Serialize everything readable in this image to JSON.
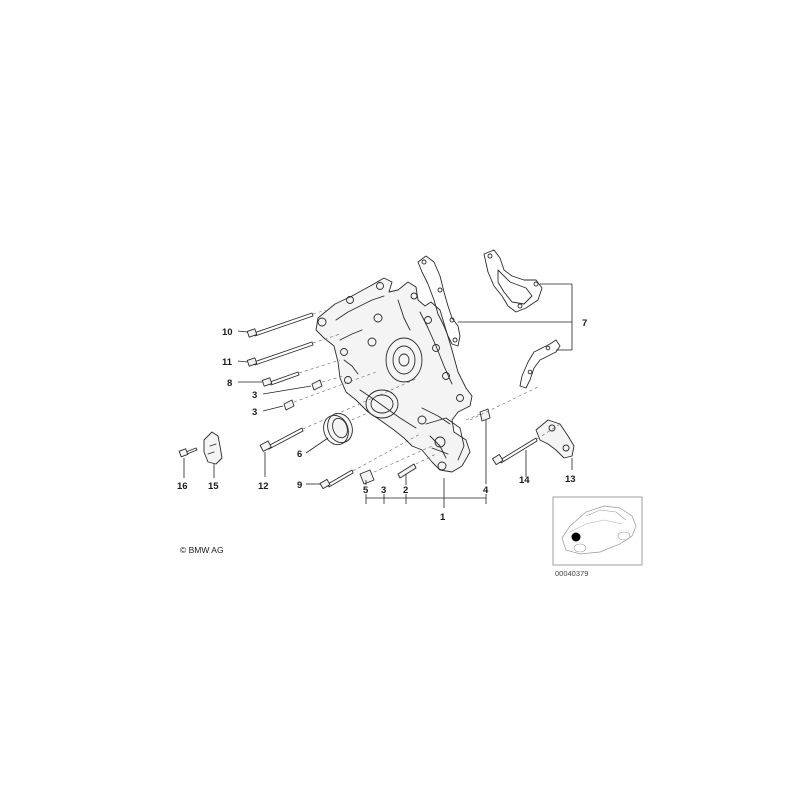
{
  "labels": {
    "l10": "10",
    "l11": "11",
    "l8": "8",
    "l3a": "3",
    "l3b": "3",
    "l16": "16",
    "l15": "15",
    "l12": "12",
    "l6": "6",
    "l9": "9",
    "l5": "5",
    "l3c": "3",
    "l2": "2",
    "l4": "4",
    "l1": "1",
    "l14": "14",
    "l13": "13",
    "l7": "7"
  },
  "copyright": "© BMW AG",
  "reference_number": "00040379"
}
